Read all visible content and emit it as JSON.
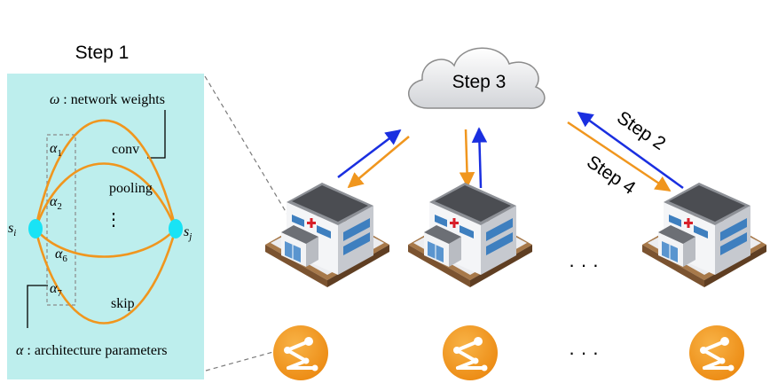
{
  "step1": {
    "title": "Step 1",
    "omega_symbol": "ω",
    "omega_label": ": network weights",
    "alpha_symbol": "α",
    "alpha_label": ": architecture parameters",
    "alpha_1_sub": "1",
    "alpha_2_sub": "2",
    "alpha_6_sub": "6",
    "alpha_7_sub": "7",
    "op_conv": "conv",
    "op_pooling": "pooling",
    "op_skip": "skip",
    "dots": "⋮",
    "node_i": "s",
    "node_i_sub": "i",
    "node_j": "s",
    "node_j_sub": "j"
  },
  "cloud_label": "Step 3",
  "step2_label": "Step 2",
  "step4_label": "Step 4",
  "ellipsis_buildings": "· · ·",
  "ellipsis_logos": "· · ·",
  "colors": {
    "panel_bg": "#bdeeed",
    "curve": "#f0961e",
    "node": "#19e3f5",
    "up_arrow": "#1a2fe0",
    "down_arrow": "#f0961e",
    "logo": "#f09a1e"
  },
  "icons": [
    "cloud-icon",
    "hospital-icon",
    "network-logo-icon"
  ]
}
